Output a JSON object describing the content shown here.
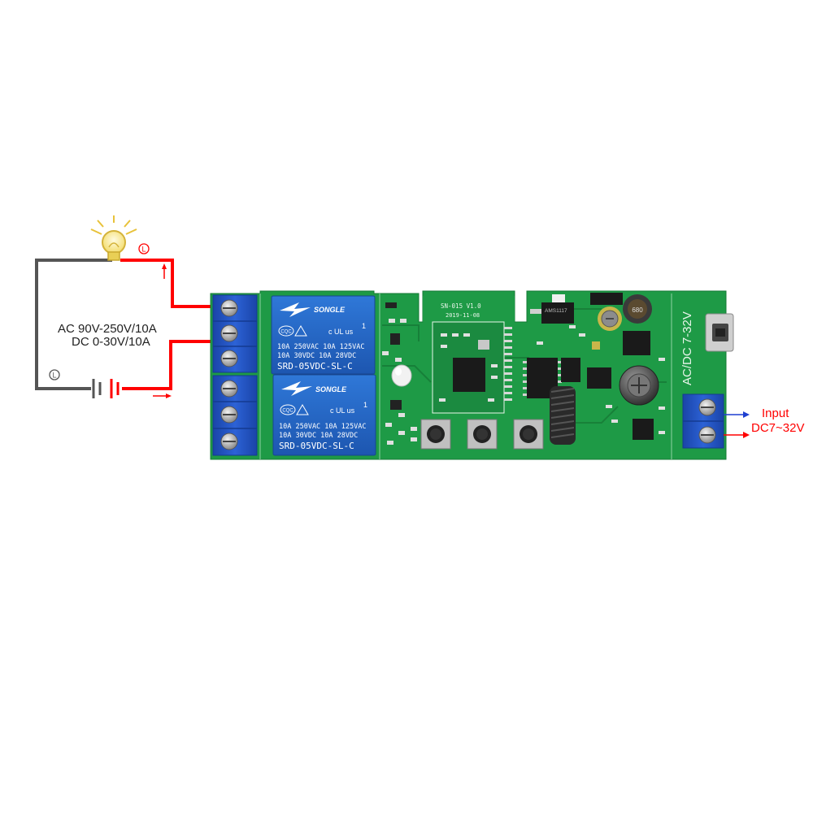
{
  "circuit": {
    "voltage_ac": "AC  90V-250V/10A",
    "voltage_dc": "DC 0-30V/10A",
    "line_marker_top": "L",
    "line_marker_left": "L"
  },
  "input": {
    "label": "Input",
    "range": "DC7~32V"
  },
  "board": {
    "relay_brand": "SONGLE",
    "relay_cert": "CQC",
    "relay_ul": "c UL us",
    "relay_spec_1": "10A 250VAC  10A 125VAC",
    "relay_spec_2": "10A  30VDC  10A  28VDC",
    "relay_model": "SRD-05VDC-SL-C",
    "relay_pin": "1",
    "module_name": "SN-015 V1.0",
    "module_date": "2019-11-08",
    "power_label": "AC/DC 7-32V",
    "regulator_label": "AMS1117",
    "inductor_label": "680"
  },
  "colors": {
    "pcb_green": "#1e9a46",
    "wire_red": "#ff0000",
    "wire_gray": "#555555",
    "terminal_blue": "#1f4fc0",
    "relay_blue": "#2266c8",
    "arrow_blue": "#1f3fd0"
  }
}
